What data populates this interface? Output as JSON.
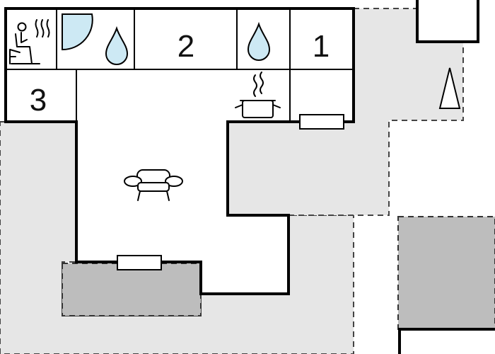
{
  "rooms": {
    "bedroom_1": "1",
    "bedroom_2": "2",
    "bedroom_3": "3"
  },
  "icons": {
    "sauna": "sauna-icon",
    "shower": "shower-icon",
    "water_drop": "water-drop-icon",
    "cooking": "cooking-pot-icon",
    "sofa": "sofa-icon",
    "north_arrow": "north-arrow-icon"
  },
  "colors": {
    "terrace": "#e6e6e6",
    "paved_area": "#bdbdbd",
    "shower_tile": "#cde9f4",
    "water": "#cde9f4",
    "wall": "#000000"
  }
}
